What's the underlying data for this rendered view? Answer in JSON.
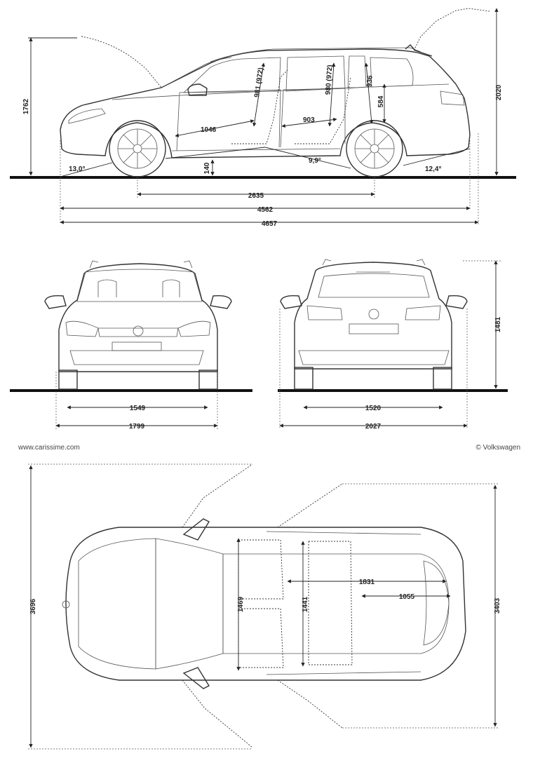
{
  "side_view": {
    "height_label": "1762",
    "overall_height_label": "2020",
    "wheelbase_label": "2635",
    "body_length_label": "4562",
    "overall_length_label": "4657",
    "ground_clearance_label": "140",
    "approach_angle_label": "13,0°",
    "ramp_angle_label": "9,9°",
    "departure_angle_label": "12,4°",
    "front_headroom_label": "981 (972)",
    "rear_headroom_label": "980 (972)",
    "cargo_height_label": "936",
    "rear_opening_label": "584",
    "front_legroom_label": "1046",
    "rear_legroom_label": "903"
  },
  "front_view": {
    "track_label": "1549",
    "width_label": "1799"
  },
  "rear_view": {
    "height_label": "1481",
    "track_label": "1520",
    "width_mirrors_label": "2027"
  },
  "top_view": {
    "length_label": "3696",
    "width_label": "3403",
    "cabin_length_label": "1831",
    "cargo_length_label": "1055",
    "interior_width_front_label": "1469",
    "interior_width_rear_label": "1441"
  },
  "credits": {
    "website": "www.carissime.com",
    "copyright": "© Volkswagen"
  }
}
